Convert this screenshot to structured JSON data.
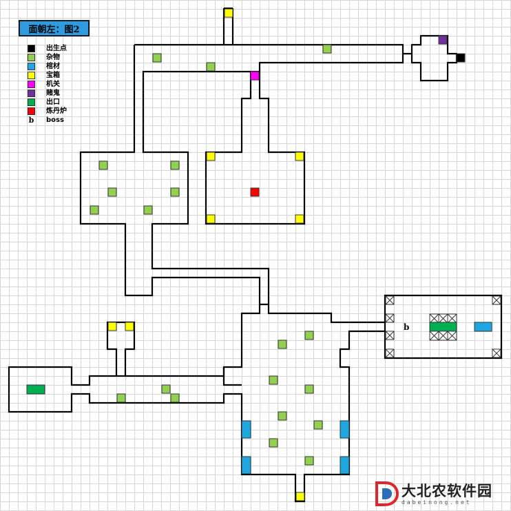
{
  "title": "面朝左：图2",
  "colors": {
    "spawn": "#000000",
    "misc": "#92d050",
    "coffin": "#1ea7e1",
    "chest": "#ffff00",
    "mechanism": "#ff00ff",
    "gambling_ghost": "#7030a0",
    "exit": "#00b050",
    "furnace": "#ff0000",
    "wall": "#000000"
  },
  "legend": [
    {
      "key": "spawn",
      "label": "出生点"
    },
    {
      "key": "misc",
      "label": "杂物"
    },
    {
      "key": "coffin",
      "label": "棺材"
    },
    {
      "key": "chest",
      "label": "宝箱"
    },
    {
      "key": "mechanism",
      "label": "机关"
    },
    {
      "key": "gambling_ghost",
      "label": "赌鬼"
    },
    {
      "key": "exit",
      "label": "出口"
    },
    {
      "key": "furnace",
      "label": "炼丹炉"
    }
  ],
  "boss_legend": {
    "symbol": "b",
    "label": "boss"
  },
  "boss_marker": "b",
  "watermark": {
    "main": "大北农软件园",
    "sub": "dabeinong.net"
  }
}
